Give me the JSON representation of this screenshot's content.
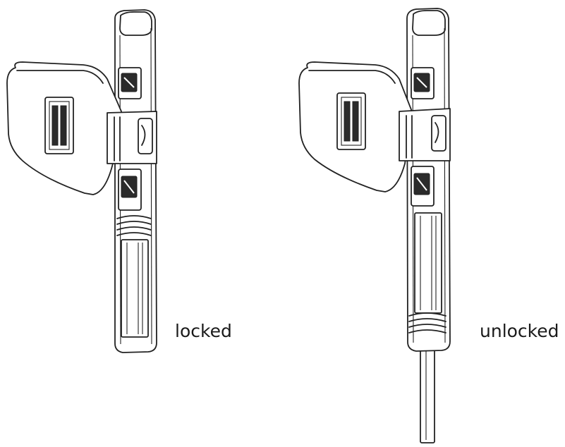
{
  "figure": {
    "states": [
      {
        "id": "locked",
        "label": "locked"
      },
      {
        "id": "unlocked",
        "label": "unlocked"
      }
    ]
  }
}
